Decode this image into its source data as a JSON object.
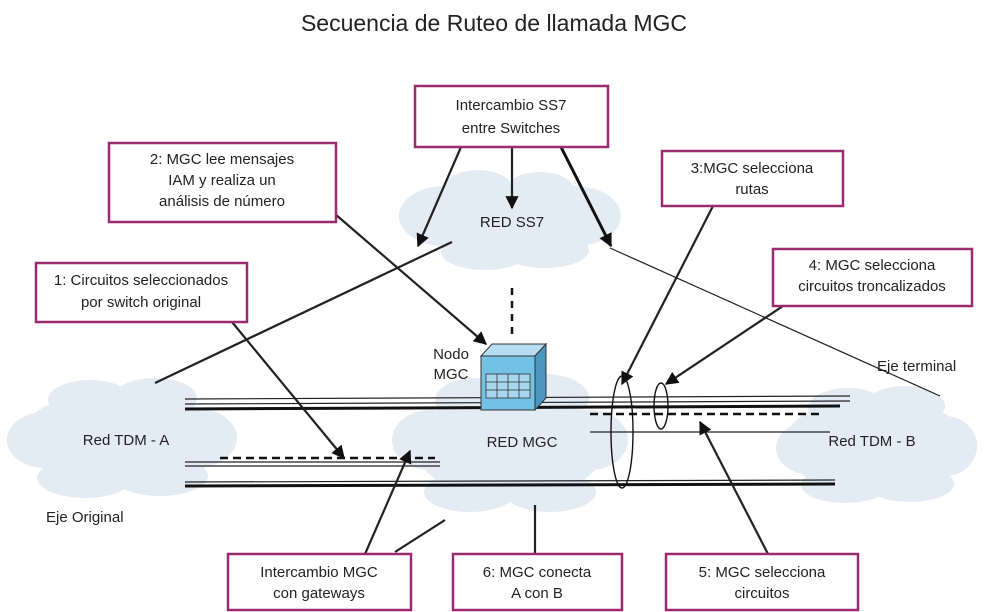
{
  "title": "Secuencia de Ruteo de llamada MGC",
  "boxes": {
    "ss7_exchange": [
      "Intercambio SS7",
      "entre Switches"
    ],
    "mgc_reads": [
      "2: MGC lee mensajes",
      "IAM y realiza un",
      "análisis de número"
    ],
    "selects_routes": [
      "3:MGC selecciona",
      "rutas"
    ],
    "selects_trunk": [
      "4: MGC selecciona",
      "circuitos troncalizados"
    ],
    "circuits_selected": [
      "1: Circuitos seleccionados",
      "por switch original"
    ],
    "gateway_exchange": [
      "Intercambio MGC",
      "con gateways"
    ],
    "connects": [
      "6: MGC conecta",
      "A con B"
    ],
    "selects_circuits": [
      "5: MGC selecciona",
      "circuitos"
    ]
  },
  "clouds": {
    "ss7": "RED SS7",
    "tdm_a": "Red TDM - A",
    "mgc": "RED MGC",
    "tdm_b": "Red TDM - B"
  },
  "labels": {
    "node": [
      "Nodo",
      "MGC"
    ],
    "terminal_axis": "Eje terminal",
    "original_axis": "Eje Original"
  },
  "colors": {
    "box_border": "#9c2a6e",
    "cloud_fill": "#e3ecf4",
    "node_face": "#74c1e6"
  }
}
